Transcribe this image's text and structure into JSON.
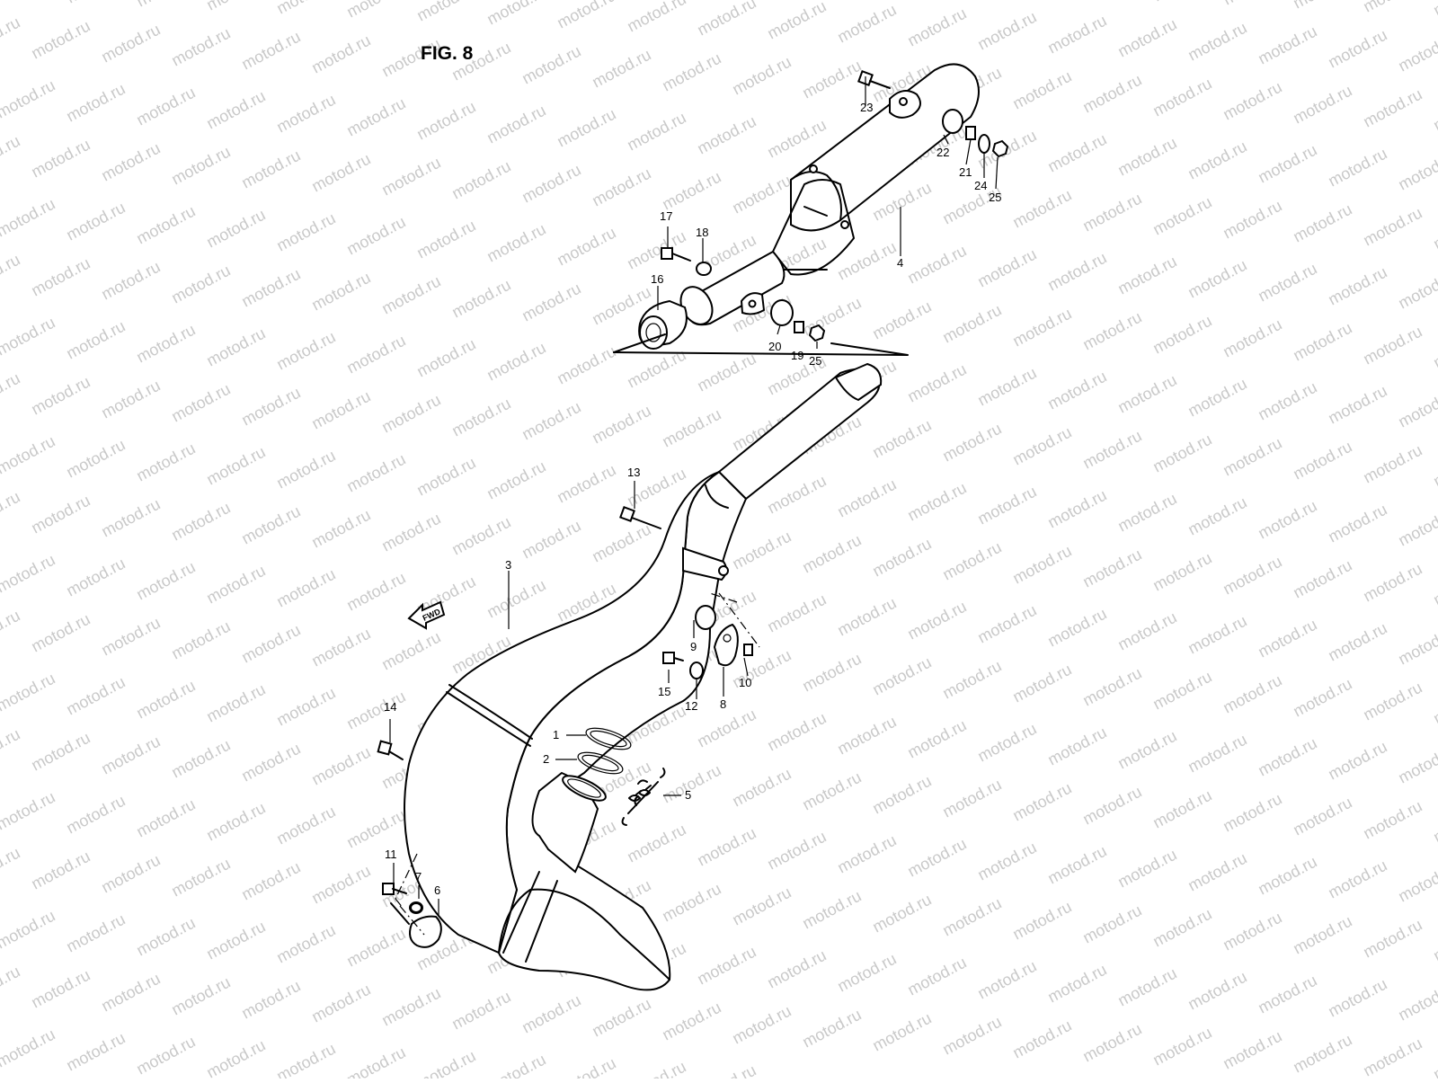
{
  "figure": {
    "title": "FIG. 8",
    "watermark": "motod.ru",
    "fwd_label": "FWD"
  },
  "callouts": [
    {
      "id": "1",
      "label": "1"
    },
    {
      "id": "2",
      "label": "2"
    },
    {
      "id": "3",
      "label": "3"
    },
    {
      "id": "4",
      "label": "4"
    },
    {
      "id": "5",
      "label": "5"
    },
    {
      "id": "6",
      "label": "6"
    },
    {
      "id": "7",
      "label": "7"
    },
    {
      "id": "8",
      "label": "8"
    },
    {
      "id": "9",
      "label": "9"
    },
    {
      "id": "10",
      "label": "10"
    },
    {
      "id": "11",
      "label": "11"
    },
    {
      "id": "12",
      "label": "12"
    },
    {
      "id": "13",
      "label": "13"
    },
    {
      "id": "14",
      "label": "14"
    },
    {
      "id": "15",
      "label": "15"
    },
    {
      "id": "16",
      "label": "16"
    },
    {
      "id": "17",
      "label": "17"
    },
    {
      "id": "18",
      "label": "18"
    },
    {
      "id": "19",
      "label": "19"
    },
    {
      "id": "20",
      "label": "20"
    },
    {
      "id": "21",
      "label": "21"
    },
    {
      "id": "22",
      "label": "22"
    },
    {
      "id": "23",
      "label": "23"
    },
    {
      "id": "24",
      "label": "24"
    },
    {
      "id": "25a",
      "label": "25"
    },
    {
      "id": "25b",
      "label": "25"
    }
  ],
  "colors": {
    "line": "#000000",
    "watermark": "#c9c9c9",
    "background": "#ffffff"
  }
}
